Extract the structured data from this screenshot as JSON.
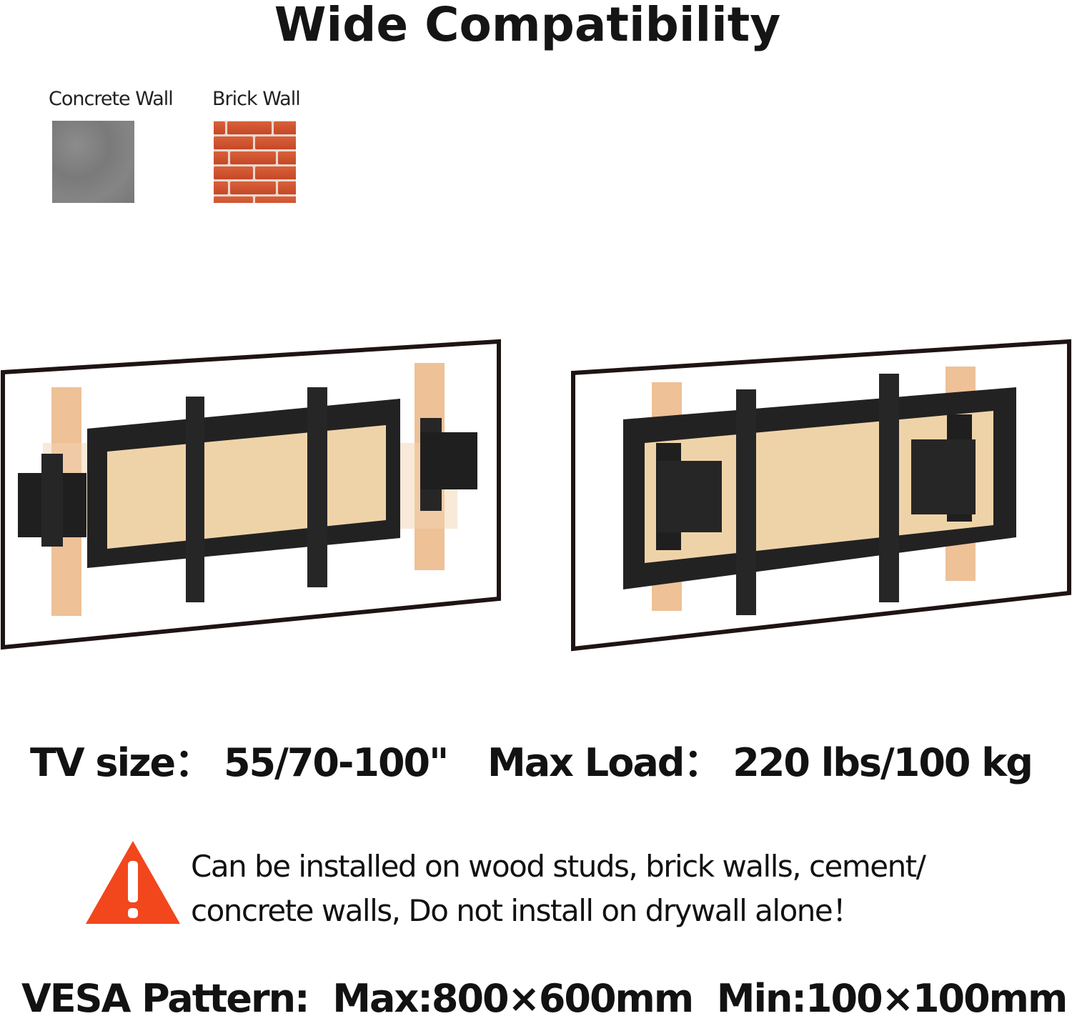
{
  "title": "Wide Compatibility",
  "wall_types": [
    {
      "label": "Concrete Wall",
      "swatch": "concrete-texture",
      "color": "#7f7f7f"
    },
    {
      "label": "Brick Wall",
      "swatch": "brick-texture",
      "color": "#c9502e"
    }
  ],
  "illustrations": [
    {
      "name": "mount-on-wood-studs-extended",
      "stud_color": "#e8b98a",
      "bracket_color": "#262626",
      "frame_color": "#1a1a1a"
    },
    {
      "name": "mount-on-wood-studs-folded",
      "stud_color": "#e8b98a",
      "bracket_color": "#262626",
      "frame_color": "#1a1a1a"
    }
  ],
  "specs": {
    "tv_size_label": "TV size：",
    "tv_size_value": "55/70-100\"",
    "max_load_label": "Max Load：",
    "max_load_value": "220 lbs/100 kg"
  },
  "warning": {
    "icon": "warning-triangle-icon",
    "color": "#f2461d",
    "line1": "Can be installed on wood studs, brick walls, cement/",
    "line2": "concrete walls, Do not install on drywall alone！"
  },
  "vesa": {
    "label": "VESA Pattern:",
    "max": "Max:800×600mm",
    "min": "Min:100×100mm"
  }
}
